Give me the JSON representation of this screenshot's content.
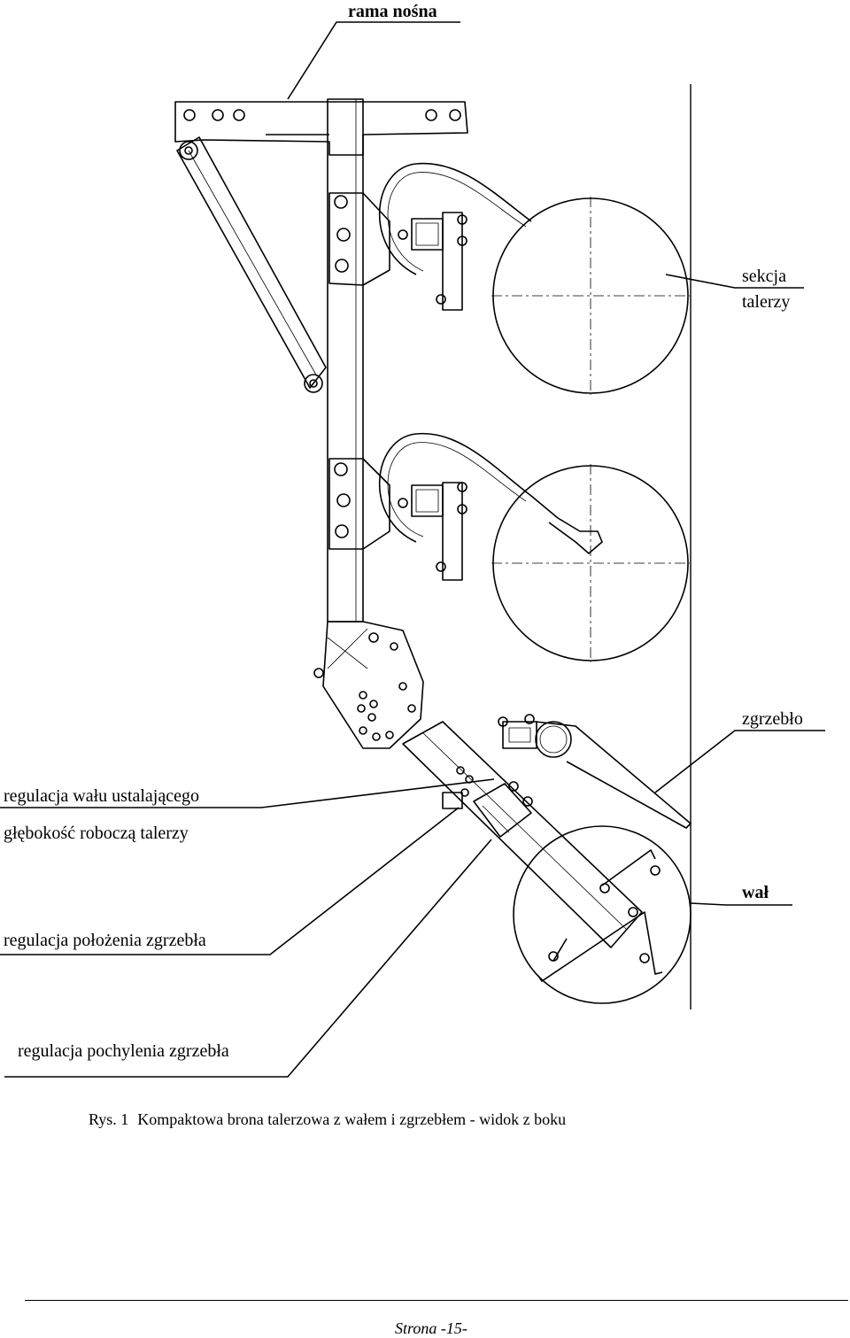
{
  "labels": {
    "rama_nosna": "rama nośna",
    "sekcja_talerzy_line1": "sekcja",
    "sekcja_talerzy_line2": "talerzy",
    "zgrzeblo": "zgrzebło",
    "regulacja_walu_line1": "regulacja wału ustalającego",
    "regulacja_walu_line2": "głębokość roboczą talerzy",
    "wal": "wał",
    "regulacja_polozenia": "regulacja położenia zgrzebła",
    "regulacja_pochylenia": "regulacja pochylenia zgrzebła"
  },
  "caption": {
    "prefix": "Rys. 1",
    "text": "Kompaktowa brona talerzowa z wałem i zgrzebłem - widok z boku"
  },
  "footer": {
    "page": "Strona -15-"
  }
}
